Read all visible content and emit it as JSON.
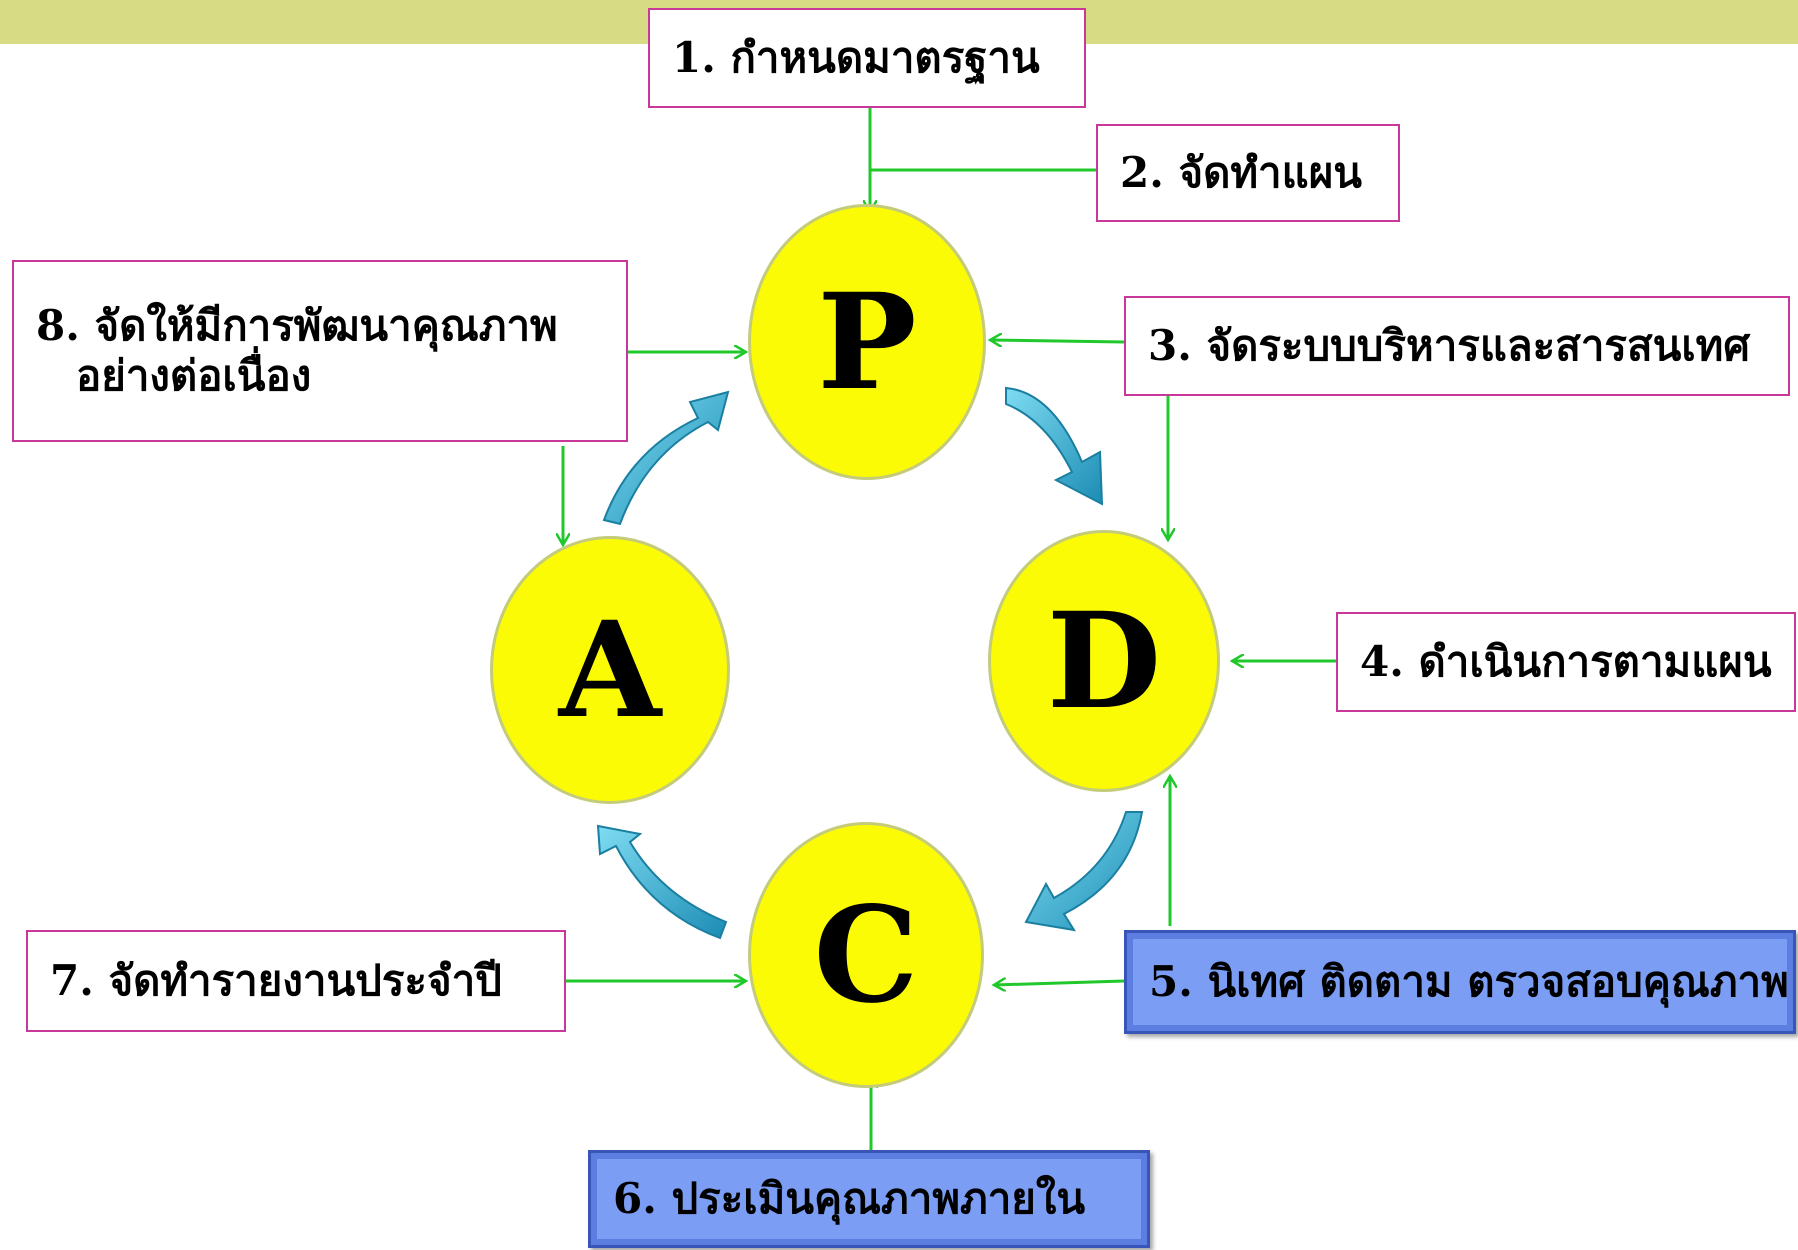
{
  "colors": {
    "header_band": "#d7db84",
    "circle_fill": "#fbfb05",
    "connector": "#21c82b",
    "box_border": "#c8379a",
    "highlight_box": "#7b9df4",
    "cycle_arrow": "#2fa9c9"
  },
  "nodes": {
    "p": "P",
    "d": "D",
    "c": "C",
    "a": "A"
  },
  "steps": {
    "s1": "1. กำหนดมาตรฐาน",
    "s2": "2. จัดทำแผน",
    "s3": "3. จัดระบบบริหารและสารสนเทศ",
    "s4": "4. ดำเนินการตามแผน",
    "s5": "5. นิเทศ ติดตาม ตรวจสอบคุณภาพ",
    "s6": "6. ประเมินคุณภาพภายใน",
    "s7": "7. จัดทำรายงานประจำปี",
    "s8_line1": "8. จัดให้มีการพัฒนาคุณภาพ",
    "s8_line2": "อย่างต่อเนื่อง"
  }
}
